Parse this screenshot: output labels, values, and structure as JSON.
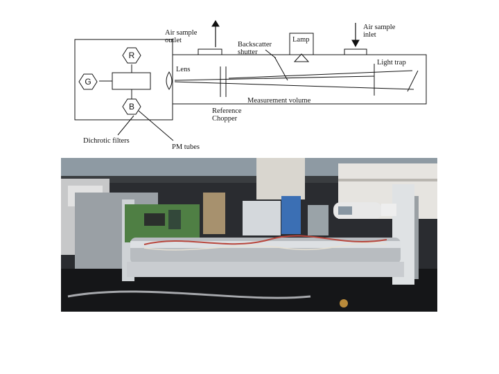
{
  "diagram": {
    "labels": {
      "outlet": "Air sample\noutlet",
      "inlet": "Air sample\ninlet",
      "backscatter": "Backscatter\nshutter",
      "lamp": "Lamp",
      "lens": "Lens",
      "light_trap": "Light trap",
      "measurement_volume": "Measurement volume",
      "reference_chopper": "Reference\nChopper",
      "dichroic_filters": "Dichrotic filters",
      "pm_tubes": "PM tubes"
    },
    "pm_tube_letters": [
      "R",
      "G",
      "B"
    ]
  }
}
